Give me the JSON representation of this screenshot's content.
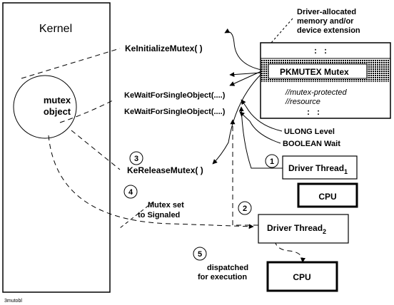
{
  "kernel": {
    "title": "Kernel"
  },
  "mutex_object": {
    "line1": "mutex",
    "line2": "object"
  },
  "memory_note": {
    "line1": "Driver-allocated",
    "line2": "memory and/or",
    "line3": "device extension"
  },
  "memory_block": {
    "dots_top": ":   :",
    "pkmutex": "PKMUTEX Mutex",
    "comment1": "//mutex-protected",
    "comment2": "//resource",
    "dots_bottom": ":   :"
  },
  "calls": {
    "init": "KeInitializeMutex(      )",
    "wait1": "KeWaitForSingleObject(....)",
    "wait2": "KeWaitForSingleObject(....)",
    "release": "KeReleaseMutex(      )"
  },
  "params": {
    "ulong": "ULONG Level",
    "boolean": "BOOLEAN Wait"
  },
  "steps": [
    {
      "num": "1"
    },
    {
      "num": "2"
    },
    {
      "num": "3"
    },
    {
      "num": "4",
      "line1": "Mutex set",
      "line2": "to Signaled"
    },
    {
      "num": "5",
      "line1": "dispatched",
      "line2": "for execution"
    }
  ],
  "thread1": {
    "label": "Driver Thread",
    "sub": "1"
  },
  "thread2": {
    "label": "Driver Thread",
    "sub": "2"
  },
  "cpu1": {
    "label": "CPU"
  },
  "cpu2": {
    "label": "CPU"
  },
  "footer": {
    "id": "3mutobl"
  }
}
